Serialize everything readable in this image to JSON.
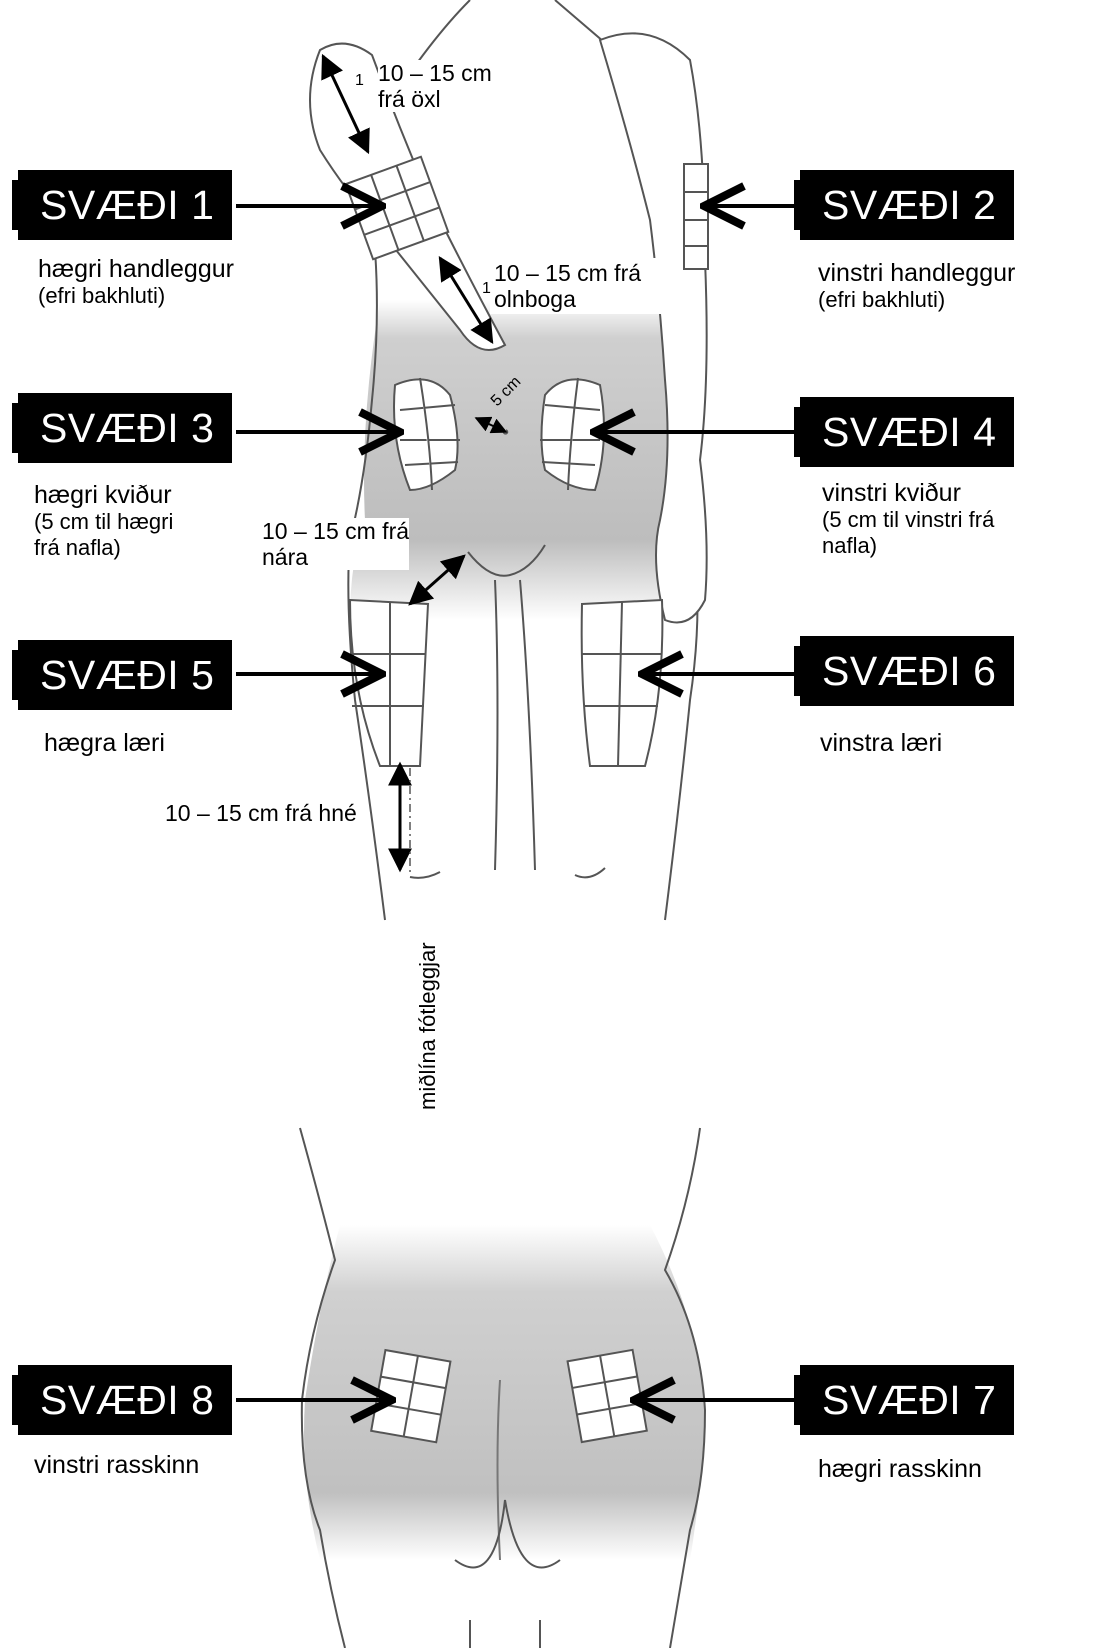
{
  "zones": [
    {
      "id": 1,
      "label": "SVÆÐI 1",
      "name": "hægri handleggur",
      "sub": "(efri bakhluti)"
    },
    {
      "id": 2,
      "label": "SVÆÐI 2",
      "name": "vinstri handleggur",
      "sub": "(efri bakhluti)"
    },
    {
      "id": 3,
      "label": "SVÆÐI 3",
      "name": "hægri kviður",
      "sub": "(5 cm til hægri\nfrá nafla)"
    },
    {
      "id": 4,
      "label": "SVÆÐI 4",
      "name": "vinstri kviður",
      "sub": "(5 cm til vinstri frá\nnafla)"
    },
    {
      "id": 5,
      "label": "SVÆÐI 5",
      "name": "hægra læri",
      "sub": ""
    },
    {
      "id": 6,
      "label": "SVÆÐI 6",
      "name": "vinstra læri",
      "sub": ""
    },
    {
      "id": 7,
      "label": "SVÆÐI 7",
      "name": "hægri rasskinn",
      "sub": ""
    },
    {
      "id": 8,
      "label": "SVÆÐI 8",
      "name": "vinstri rasskinn",
      "sub": ""
    }
  ],
  "notes": {
    "shoulder": "10 – 15 cm\nfrá öxl",
    "elbow": "10 – 15 cm frá\nolnboga",
    "navel": "5 cm",
    "groin": "10 – 15 cm frá\nnára",
    "knee": "10 – 15 cm frá hné",
    "leg_midline": "miðlína fótleggjar",
    "footnote_mark": "1"
  },
  "colors": {
    "label_bg": "#000000",
    "label_text": "#ffffff",
    "shade": "#bdbdbd",
    "outline": "#555555"
  }
}
